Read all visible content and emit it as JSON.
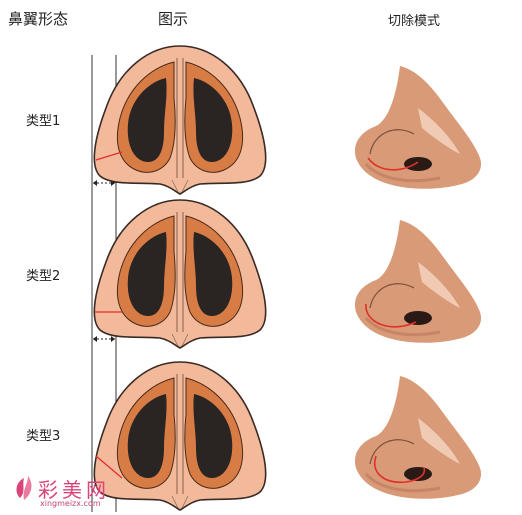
{
  "header": {
    "col1": "鼻翼形态",
    "col2": "图示",
    "col3": "切除模式"
  },
  "rows": [
    {
      "label": "类型1"
    },
    {
      "label": "类型2"
    },
    {
      "label": "类型3"
    }
  ],
  "watermark": {
    "text": "彩美网",
    "url": "xingmeizx.com"
  },
  "colors": {
    "skin": "#f3b99b",
    "cartilage": "#d87c46",
    "nostril": "#2a2523",
    "incision": "#e0302a",
    "nose_photo": "#d99a78",
    "watermark": "#d9457a"
  }
}
